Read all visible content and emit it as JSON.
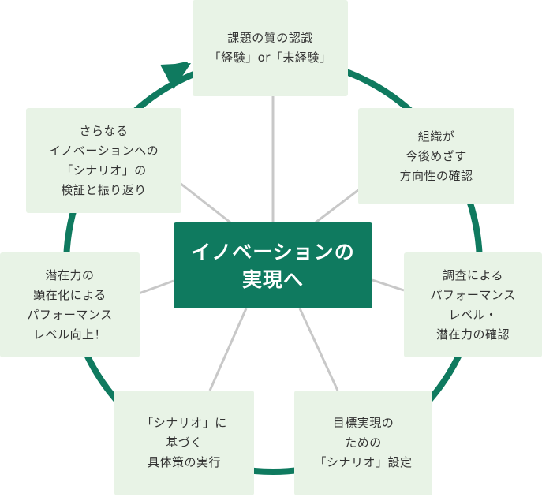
{
  "colors": {
    "cycle_ring": "#0f7a5f",
    "spoke": "#c8c8c8",
    "node_fill": "#e8f3e6",
    "node_text": "#333333",
    "center_fill": "#0f7a5f",
    "center_text": "#ffffff"
  },
  "center": {
    "lines": [
      "イノベーションの",
      "実現へ"
    ]
  },
  "nodes": [
    {
      "lines": [
        "課題の質の認識",
        "「経験」or「未経験」"
      ]
    },
    {
      "lines": [
        "組織が",
        "今後めざす",
        "方向性の確認"
      ]
    },
    {
      "lines": [
        "調査による",
        "パフォーマンス",
        "レベル・",
        "潜在力の確認"
      ]
    },
    {
      "lines": [
        "目標実現の",
        "ための",
        "「シナリオ」設定"
      ]
    },
    {
      "lines": [
        "「シナリオ」に",
        "基づく",
        "具体策の実行"
      ]
    },
    {
      "lines": [
        "潜在力の",
        "顕在化による",
        "パフォーマンス",
        "レベル向上！"
      ]
    },
    {
      "lines": [
        "さらなる",
        "イノベーションへの",
        "「シナリオ」の",
        "検証と振り返り"
      ]
    }
  ]
}
